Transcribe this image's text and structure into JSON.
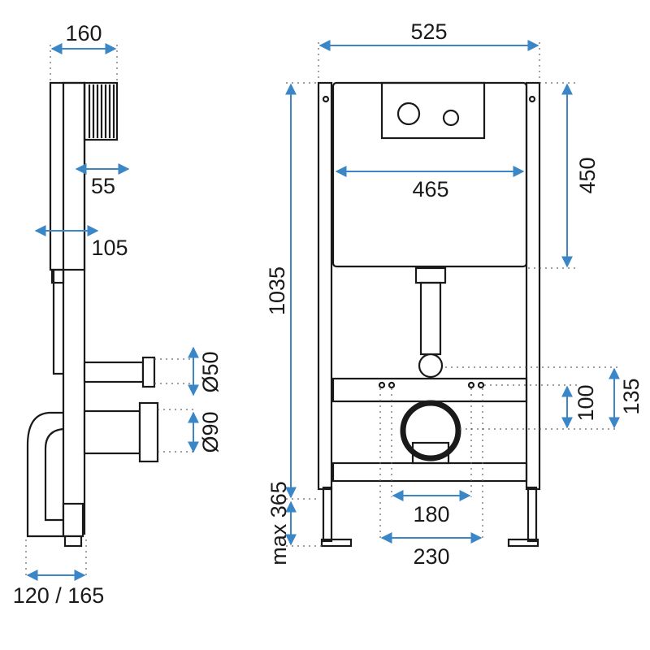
{
  "colors": {
    "line": "#1a1a1a",
    "dimension": "#3a86c6",
    "background": "#ffffff"
  },
  "side_view": {
    "width_total": "160",
    "depth_mechanism": "55",
    "depth_frame": "105",
    "connector_small": "Ø50",
    "connector_large": "Ø90",
    "offset_bottom": "120 / 165"
  },
  "front_view": {
    "width_frame": "525",
    "width_tank": "465",
    "height_total": "1035",
    "height_tank": "450",
    "height_bolts_135": "135",
    "height_bolts_100": "100",
    "leg_height": "max 365",
    "bolt_spacing": "180",
    "foot_spacing": "230"
  }
}
